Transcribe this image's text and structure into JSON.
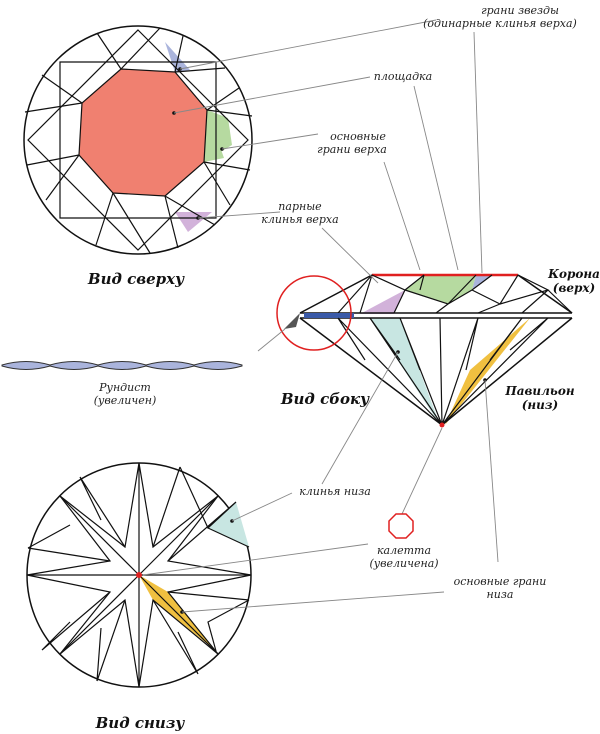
{
  "labels": {
    "star_facets_line1": "грани звезды",
    "star_facets_line2": "(одинарные клинья верха)",
    "table": "площадка",
    "main_crown_line1": "основные",
    "main_crown_line2": "грани верха",
    "upper_girdle_line1": "парные",
    "upper_girdle_line2": "клинья верха",
    "top_view": "Вид сверху",
    "crown_line1": "Корона",
    "crown_line2": "(верх)",
    "girdle_line1": "Рундист",
    "girdle_line2": "(увеличен)",
    "side_view": "Вид сбоку",
    "pavilion_line1": "Павильон",
    "pavilion_line2": "(низ)",
    "lower_girdle": "клинья низа",
    "culet_line1": "калетта",
    "culet_line2": "(увеличена)",
    "pavilion_mains_line1": "основные  грани",
    "pavilion_mains_line2": "низа",
    "bottom_view": "Вид снизу"
  },
  "colors": {
    "table": "#f08070",
    "star": "#aab4dc",
    "main_crown": "#b6daa0",
    "upper_girdle": "#d2b2da",
    "lower_girdle": "#c8e6e2",
    "pavilion_main": "#f0c040",
    "girdle": "#3a5aa8",
    "culet": "#e02020",
    "table_line": "#e02020",
    "magnifier": "#e02020"
  }
}
